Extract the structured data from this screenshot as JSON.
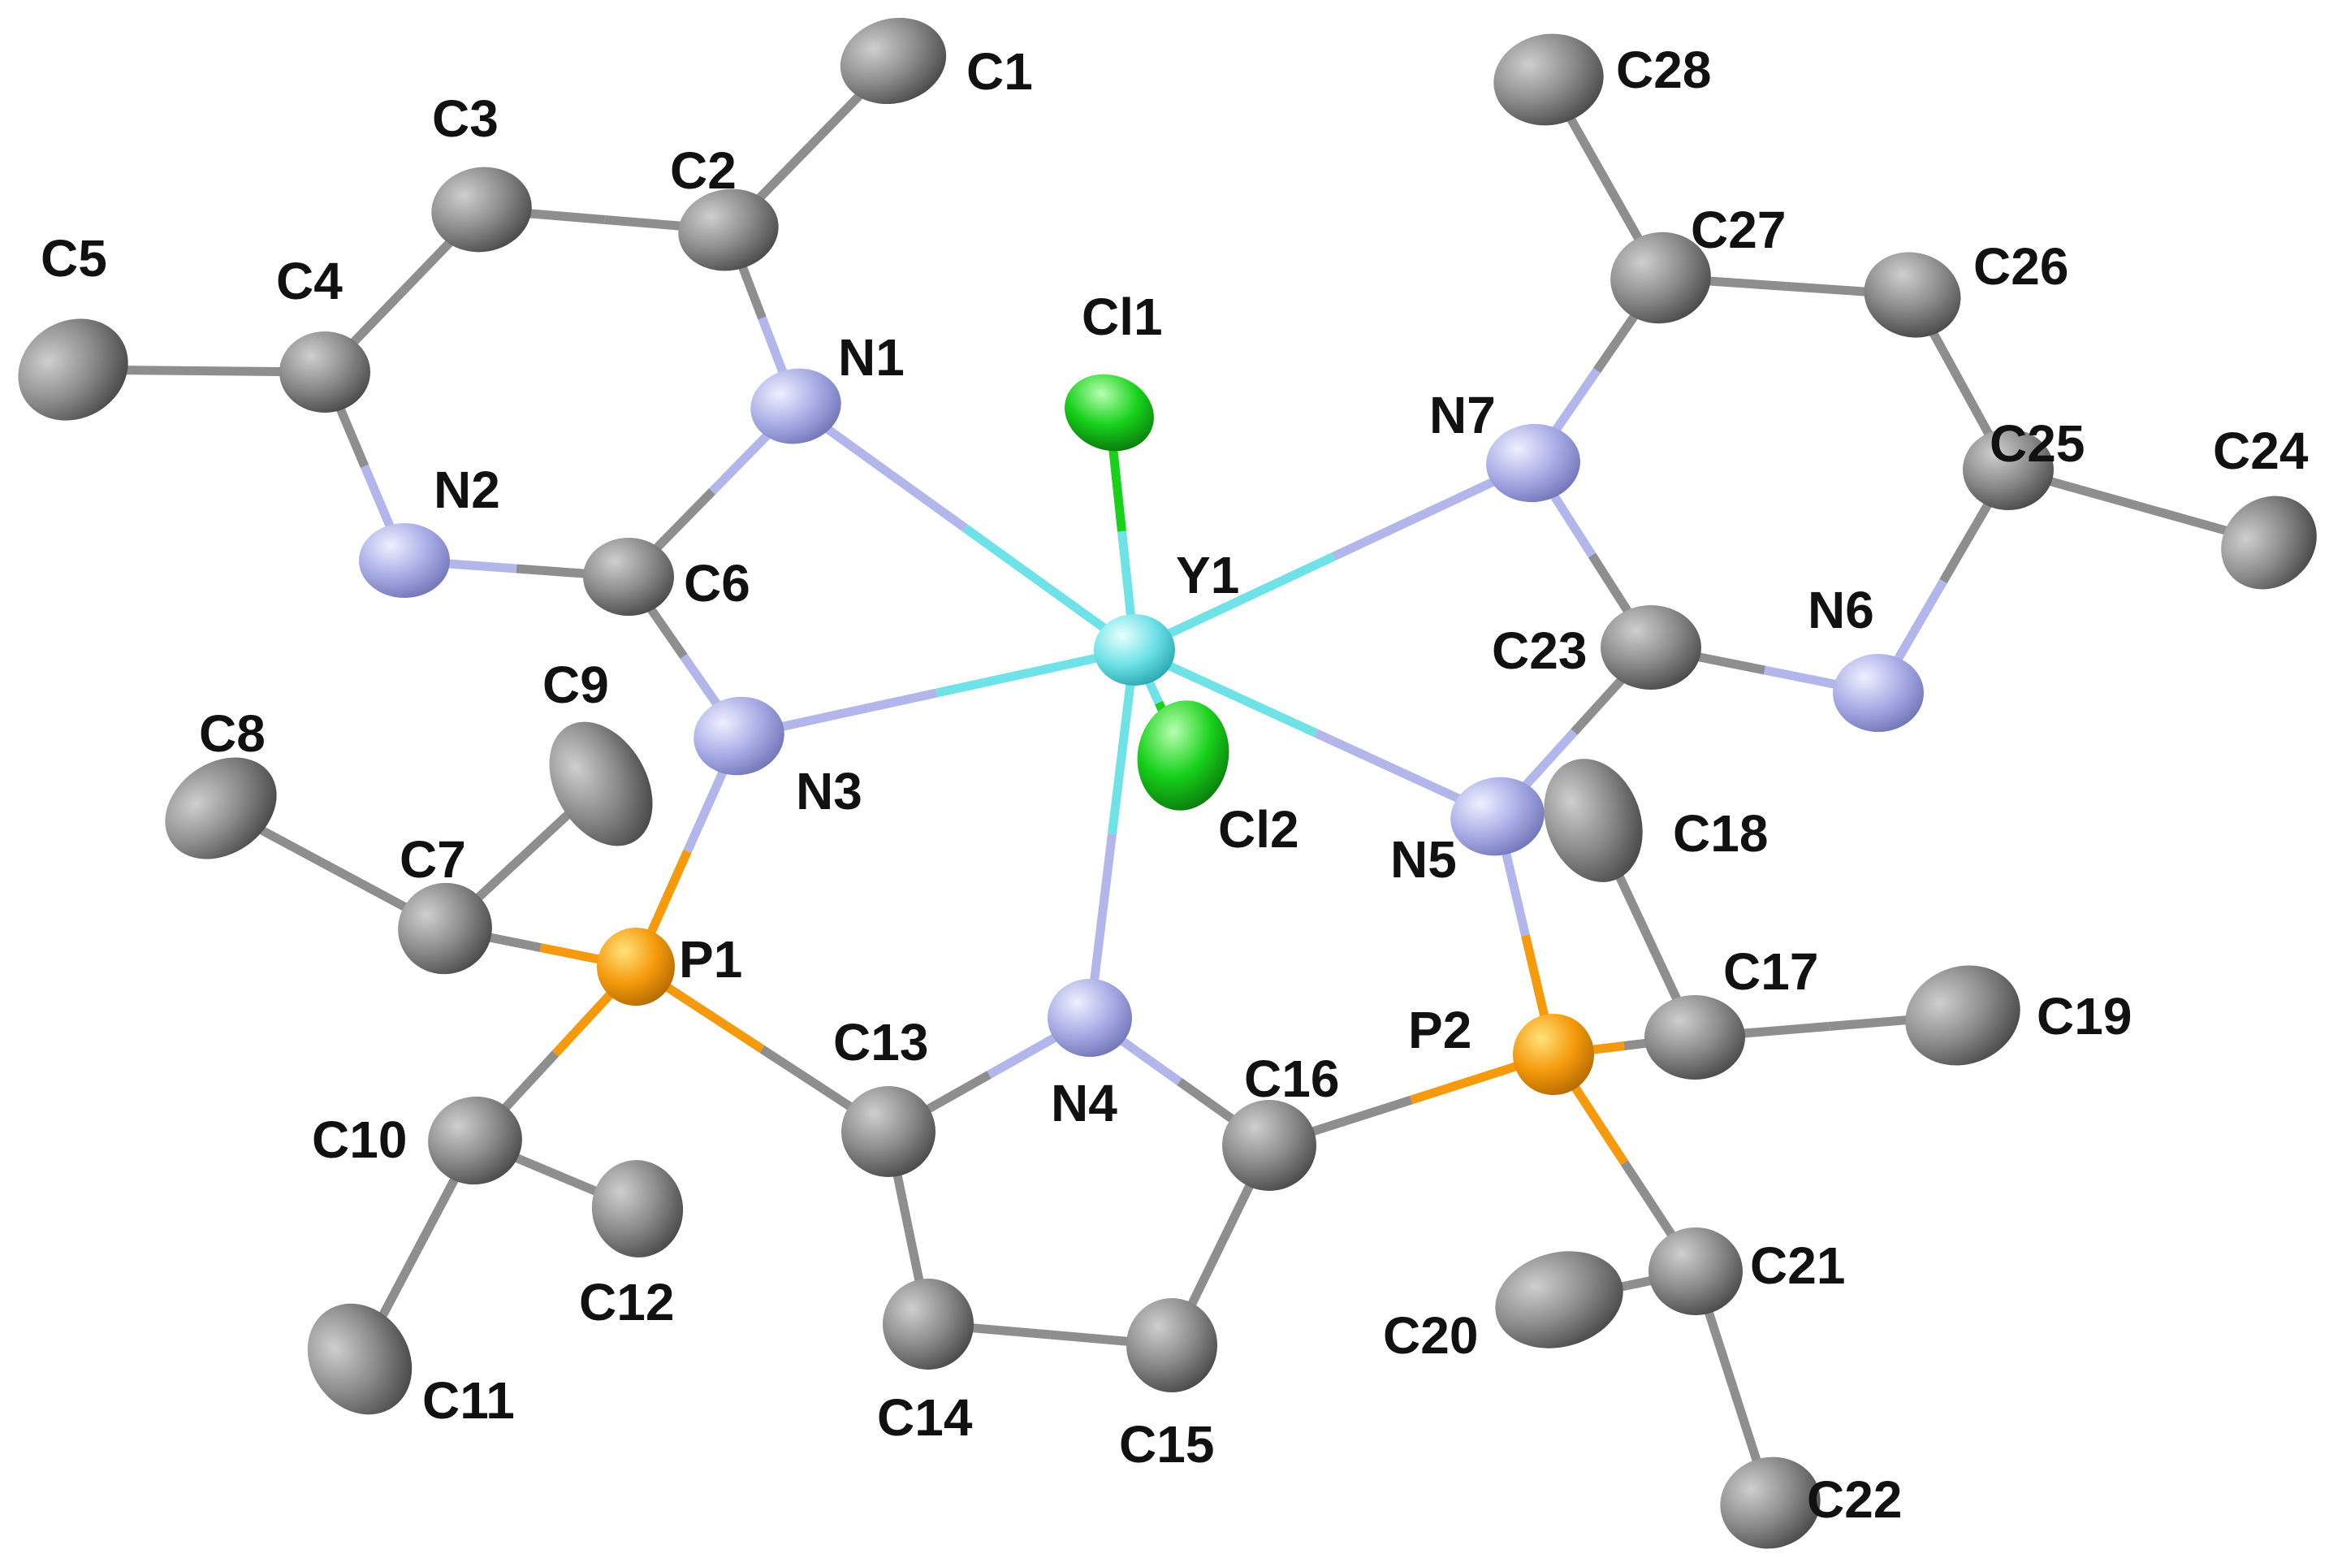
{
  "element_colors": {
    "C": "#8e8e8e",
    "N": "#b3b6ea",
    "P": "#f59a0c",
    "Cl": "#17d11b",
    "Y": "#6fe2e8"
  },
  "atoms": [
    {
      "id": "Y1",
      "el": "Y"
    },
    {
      "id": "Cl1",
      "el": "Cl"
    },
    {
      "id": "Cl2",
      "el": "Cl"
    },
    {
      "id": "N1",
      "el": "N"
    },
    {
      "id": "N2",
      "el": "N"
    },
    {
      "id": "N3",
      "el": "N"
    },
    {
      "id": "N4",
      "el": "N"
    },
    {
      "id": "N5",
      "el": "N"
    },
    {
      "id": "N6",
      "el": "N"
    },
    {
      "id": "N7",
      "el": "N"
    },
    {
      "id": "P1",
      "el": "P"
    },
    {
      "id": "P2",
      "el": "P"
    },
    {
      "id": "C1",
      "el": "C"
    },
    {
      "id": "C2",
      "el": "C"
    },
    {
      "id": "C3",
      "el": "C"
    },
    {
      "id": "C4",
      "el": "C"
    },
    {
      "id": "C5",
      "el": "C"
    },
    {
      "id": "C6",
      "el": "C"
    },
    {
      "id": "C7",
      "el": "C"
    },
    {
      "id": "C8",
      "el": "C"
    },
    {
      "id": "C9",
      "el": "C"
    },
    {
      "id": "C10",
      "el": "C"
    },
    {
      "id": "C11",
      "el": "C"
    },
    {
      "id": "C12",
      "el": "C"
    },
    {
      "id": "C13",
      "el": "C"
    },
    {
      "id": "C14",
      "el": "C"
    },
    {
      "id": "C15",
      "el": "C"
    },
    {
      "id": "C16",
      "el": "C"
    },
    {
      "id": "C17",
      "el": "C"
    },
    {
      "id": "C18",
      "el": "C"
    },
    {
      "id": "C19",
      "el": "C"
    },
    {
      "id": "C20",
      "el": "C"
    },
    {
      "id": "C21",
      "el": "C"
    },
    {
      "id": "C22",
      "el": "C"
    },
    {
      "id": "C23",
      "el": "C"
    },
    {
      "id": "C24",
      "el": "C"
    },
    {
      "id": "C25",
      "el": "C"
    },
    {
      "id": "C26",
      "el": "C"
    },
    {
      "id": "C27",
      "el": "C"
    },
    {
      "id": "C28",
      "el": "C"
    }
  ],
  "bonds": [
    [
      "Y1",
      "N1"
    ],
    [
      "Y1",
      "N3"
    ],
    [
      "Y1",
      "N4"
    ],
    [
      "Y1",
      "N5"
    ],
    [
      "Y1",
      "N7"
    ],
    [
      "Y1",
      "Cl1"
    ],
    [
      "Y1",
      "Cl2"
    ],
    [
      "C1",
      "C2"
    ],
    [
      "C2",
      "C3"
    ],
    [
      "C3",
      "C4"
    ],
    [
      "C4",
      "C5"
    ],
    [
      "C4",
      "N2"
    ],
    [
      "N2",
      "C6"
    ],
    [
      "C6",
      "N1"
    ],
    [
      "N1",
      "C2"
    ],
    [
      "C6",
      "N3"
    ],
    [
      "N3",
      "P1"
    ],
    [
      "P1",
      "C7"
    ],
    [
      "C7",
      "C8"
    ],
    [
      "C7",
      "C9"
    ],
    [
      "P1",
      "C10"
    ],
    [
      "C10",
      "C11"
    ],
    [
      "C10",
      "C12"
    ],
    [
      "P1",
      "C13"
    ],
    [
      "C13",
      "N4"
    ],
    [
      "N4",
      "C16"
    ],
    [
      "C13",
      "C14"
    ],
    [
      "C14",
      "C15"
    ],
    [
      "C15",
      "C16"
    ],
    [
      "C16",
      "P2"
    ],
    [
      "P2",
      "N5"
    ],
    [
      "P2",
      "C17"
    ],
    [
      "C17",
      "C18"
    ],
    [
      "C17",
      "C19"
    ],
    [
      "P2",
      "C21"
    ],
    [
      "C21",
      "C20"
    ],
    [
      "C21",
      "C22"
    ],
    [
      "N5",
      "C23"
    ],
    [
      "C23",
      "N6"
    ],
    [
      "N6",
      "C25"
    ],
    [
      "C25",
      "C24"
    ],
    [
      "C25",
      "C26"
    ],
    [
      "C26",
      "C27"
    ],
    [
      "C27",
      "N7"
    ],
    [
      "N7",
      "C23"
    ],
    [
      "C27",
      "C28"
    ]
  ]
}
